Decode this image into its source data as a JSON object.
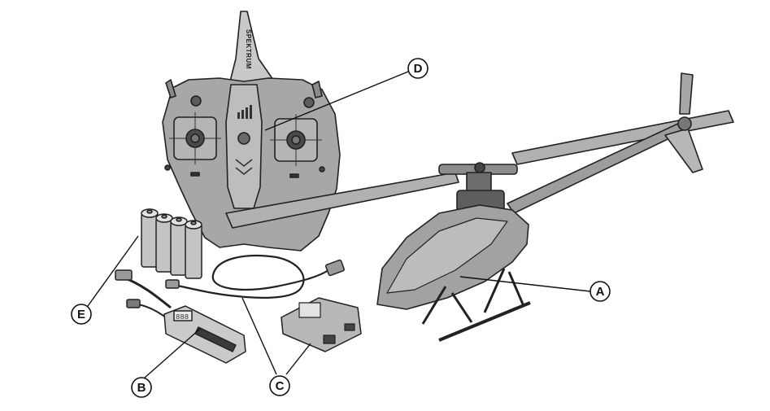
{
  "figure": {
    "brand_text": "SPEKTRUM",
    "battery_lcd_text": "888",
    "callouts": [
      {
        "id": "A",
        "letter": "A",
        "part": "helicopter"
      },
      {
        "id": "B",
        "letter": "B",
        "part": "flight-battery"
      },
      {
        "id": "C",
        "letter": "C",
        "part": "usb-charger"
      },
      {
        "id": "D",
        "letter": "D",
        "part": "transmitter"
      },
      {
        "id": "E",
        "letter": "E",
        "part": "aa-batteries"
      }
    ]
  }
}
